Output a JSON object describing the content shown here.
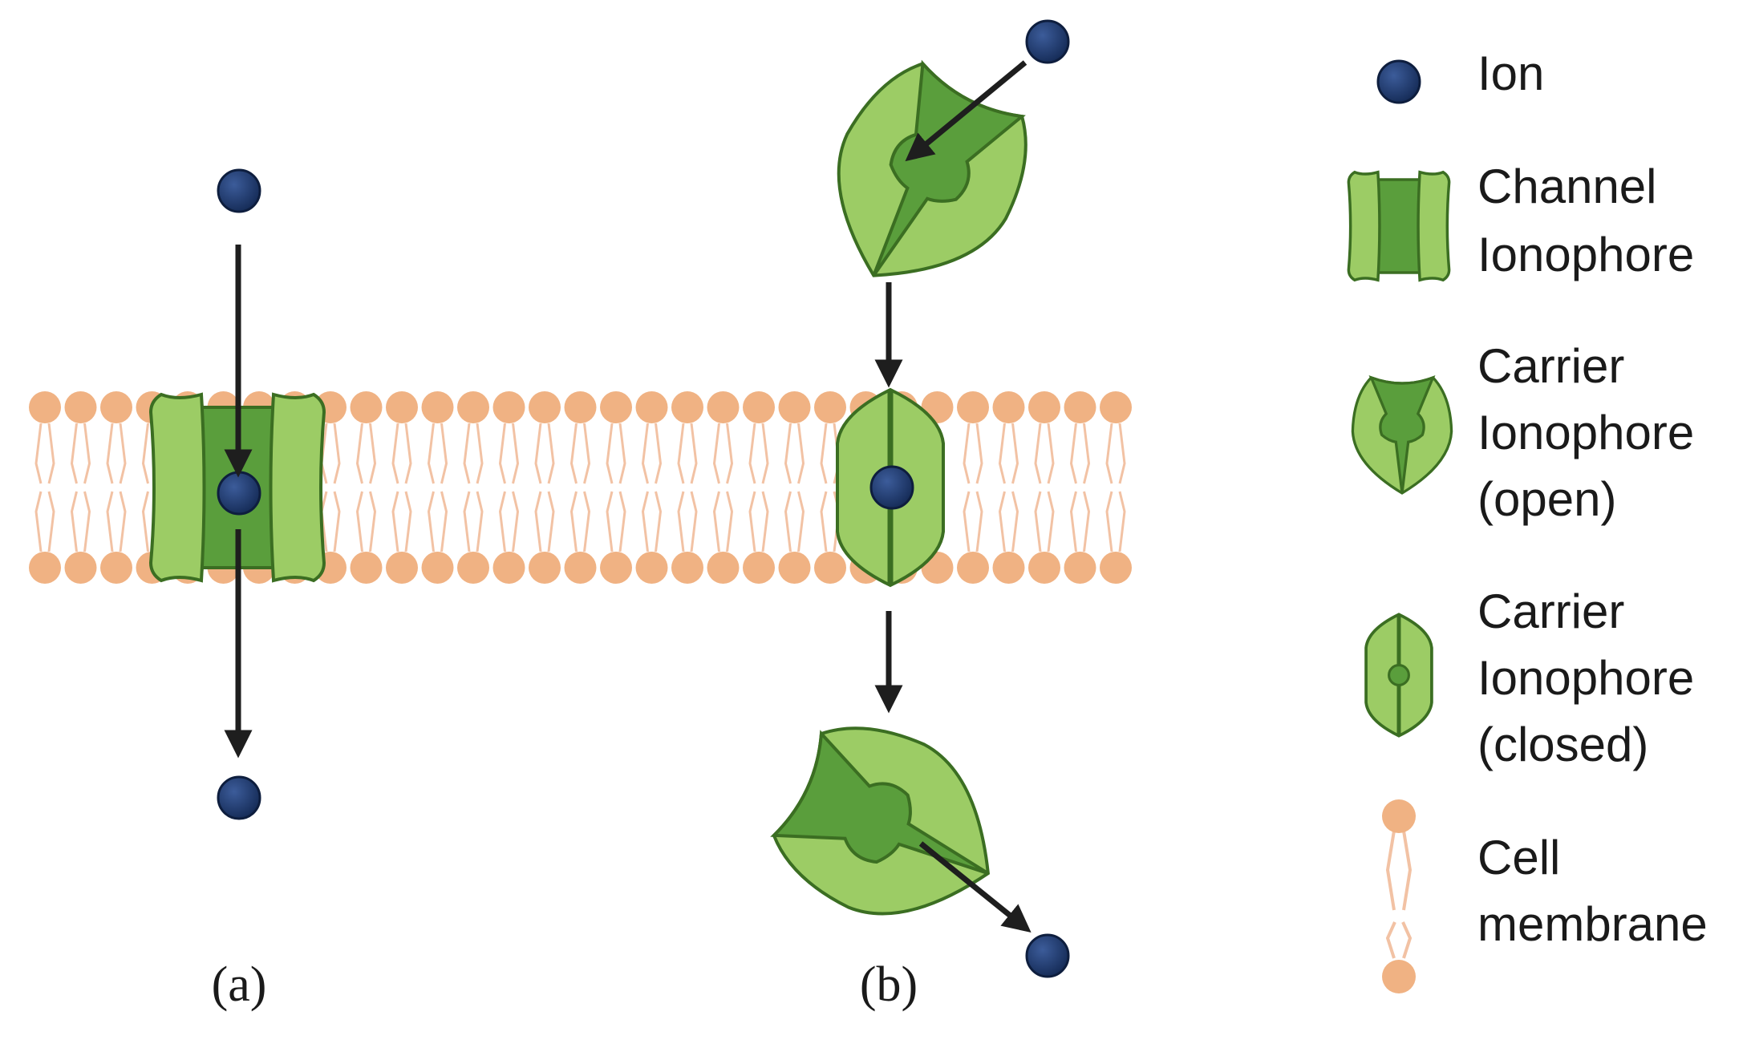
{
  "panels": {
    "a_label": "(a)",
    "b_label": "(b)"
  },
  "legend": {
    "ion": [
      "Ion"
    ],
    "channel_ionophore": [
      "Channel",
      "Ionophore"
    ],
    "carrier_open": [
      "Carrier",
      "Ionophore",
      "(open)"
    ],
    "carrier_closed": [
      "Carrier",
      "Ionophore",
      "(closed)"
    ],
    "cell_membrane": [
      "Cell",
      "membrane"
    ]
  },
  "colors": {
    "ion": "#1f3a6e",
    "ionophore_light": "#9ccc65",
    "ionophore_dark": "#5a9e3c",
    "ionophore_stroke": "#3b6e22",
    "lipid_head": "#f0b283",
    "lipid_tail": "#f2c2a4",
    "arrow": "#1e1e1e"
  }
}
